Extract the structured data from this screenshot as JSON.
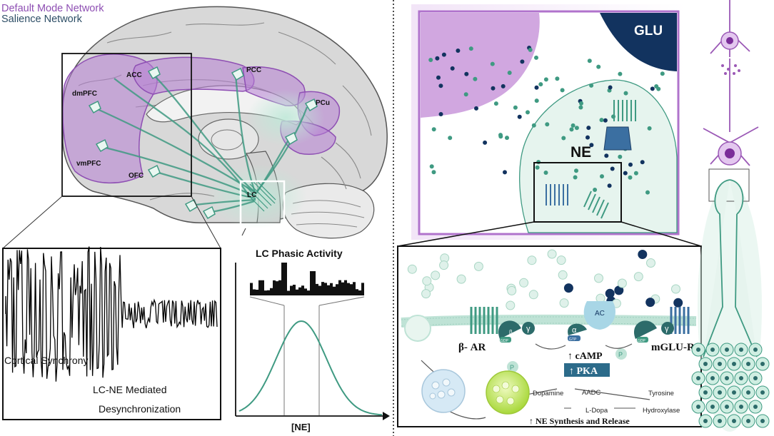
{
  "legend": {
    "default_mode": "Default Mode Network",
    "salience": "Salience Network",
    "default_mode_color": "#8e4fb3",
    "salience_color": "#2d4e66"
  },
  "brain_regions": {
    "dmpfc": "dmPFC",
    "acc": "ACC",
    "pcc": "PCC",
    "pcu": "PCu",
    "vmpfc": "vmPFC",
    "ofc": "OFC",
    "lc": "LC"
  },
  "eeg": {
    "label_top": "Cortical Synchrony",
    "label_bottom_1": "LC-NE Mediated",
    "label_bottom_2": "Desynchronization"
  },
  "curve": {
    "title": "LC Phasic Activity",
    "xlabel": "[NE]"
  },
  "synapse": {
    "ne_label": "NE",
    "glu_label": "GLU"
  },
  "pathway": {
    "beta_ar": "β- AR",
    "mglu_r": "mGLU-R",
    "camp": "↑ cAMP",
    "pka": "↑ PKA",
    "ac": "AC",
    "alpha": "α",
    "beta": "β",
    "gamma": "γ",
    "gdp": "GDP",
    "gtp": "GTP",
    "p": "P",
    "dopamine": "Dopamine",
    "aadc": "AADC",
    "ldopa": "L-Dopa",
    "tyrosine": "Tyrosine",
    "hydroxylase": "Hydroxylase",
    "synthesis": "↑ NE Synthesis and Release"
  },
  "colors": {
    "teal": "#3f9a82",
    "teal_light": "#bfe3d6",
    "purple": "#9b59b6",
    "purple_light": "#e3c7ef",
    "navy": "#12335f",
    "green_vesicle": "#b9e04a"
  }
}
